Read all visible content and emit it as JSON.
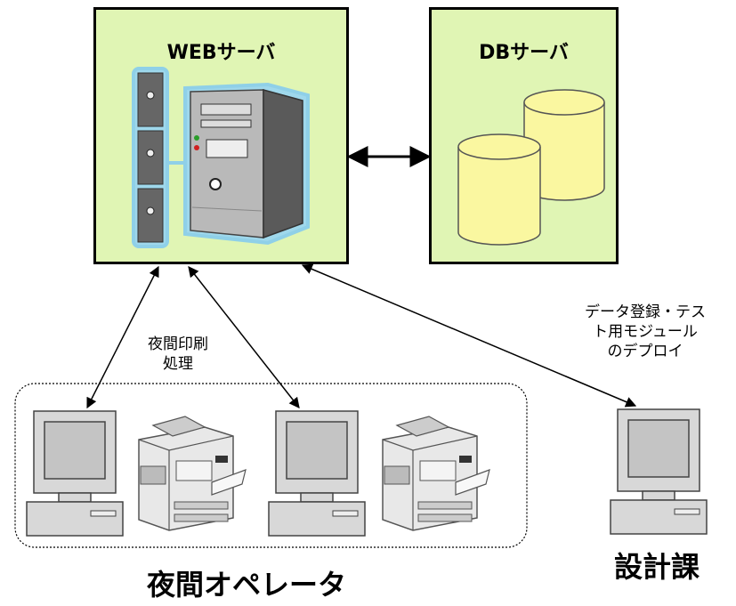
{
  "web_server": {
    "title": "WEBサーバ",
    "icon": "server-rack-icon"
  },
  "db_server": {
    "title": "DBサーバ",
    "icon": "database-cylinder-icon"
  },
  "labels": {
    "night_print": [
      "夜間印刷",
      "処理"
    ],
    "deploy": [
      "データ登録・テス",
      "ト用モジュール",
      "のデプロイ"
    ]
  },
  "groups": {
    "night_operator": "夜間オペレータ",
    "design_section": "設計課"
  },
  "colors": {
    "box_fill": "#e0f5b4",
    "cylinder_fill": "#faf7a0",
    "server_outline": "#8fd0e8"
  }
}
